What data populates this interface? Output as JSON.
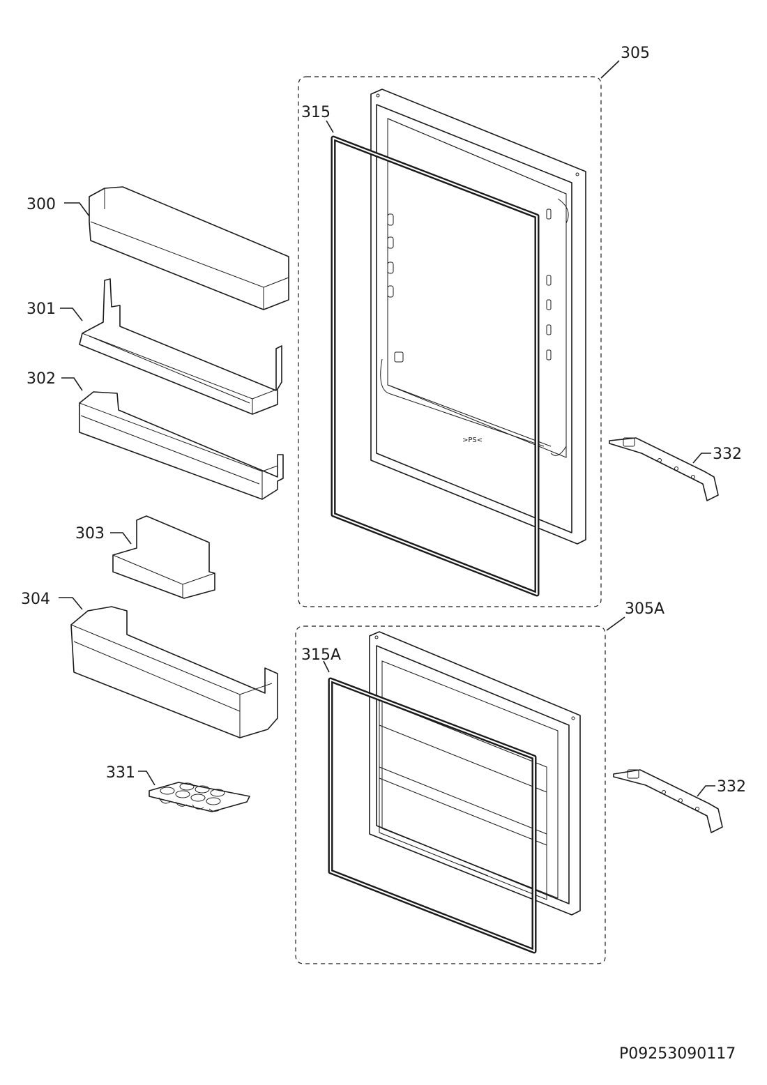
{
  "labels": {
    "p300": "300",
    "p301": "301",
    "p302": "302",
    "p303": "303",
    "p304": "304",
    "p305": "305",
    "p305a": "305A",
    "p315": "315",
    "p315a": "315A",
    "p331": "331",
    "p332_top": "332",
    "p332_bottom": "332"
  },
  "footer": {
    "drawing_code": "P09253090117"
  },
  "door_marking": ">PS<"
}
